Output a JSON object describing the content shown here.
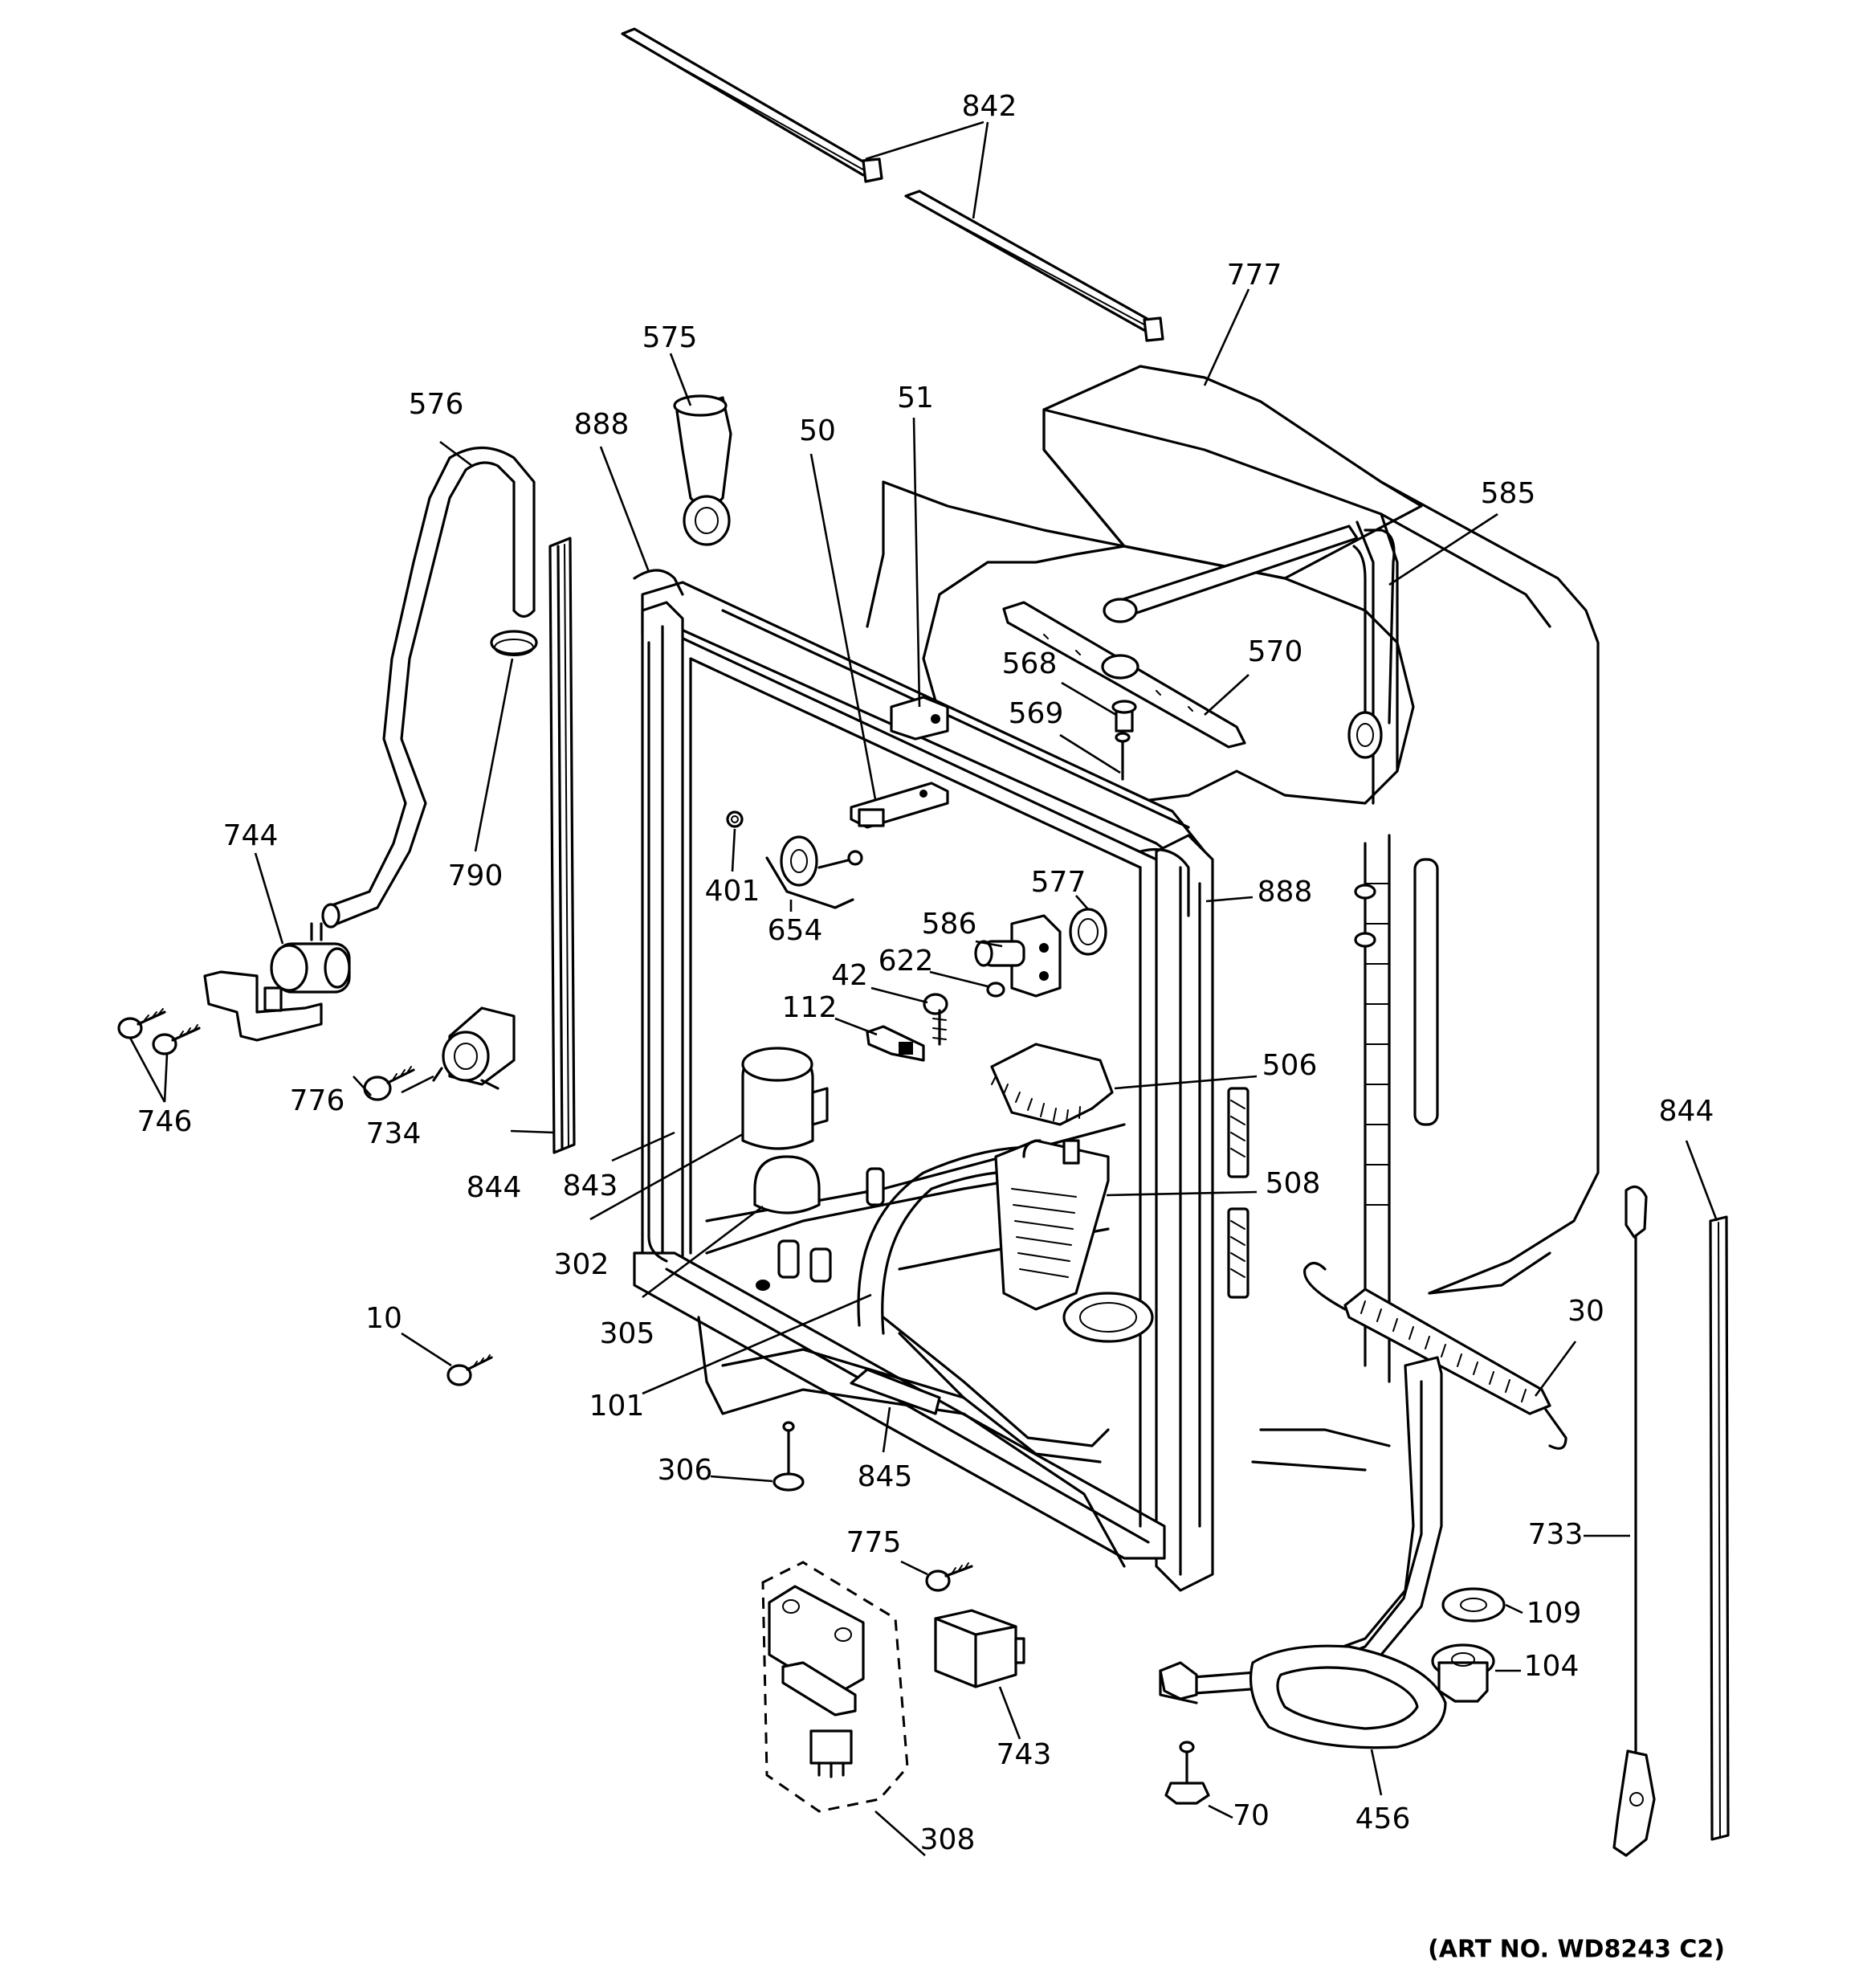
{
  "diagram": {
    "labels": {
      "p842": "842",
      "p777": "777",
      "p575": "575",
      "p576": "576",
      "p888a": "888",
      "p50": "50",
      "p51": "51",
      "p585": "585",
      "p568": "568",
      "p570": "570",
      "p569": "569",
      "p744": "744",
      "p790": "790",
      "p401": "401",
      "p654": "654",
      "p577": "577",
      "p888b": "888",
      "p586": "586",
      "p622": "622",
      "p42": "42",
      "p112": "112",
      "p746": "746",
      "p776": "776",
      "p734": "734",
      "p506": "506",
      "p844a": "844",
      "p843": "843",
      "p508": "508",
      "p844b": "844",
      "p302": "302",
      "p30": "30",
      "p305": "305",
      "p10": "10",
      "p101": "101",
      "p306": "306",
      "p845": "845",
      "p775": "775",
      "p733": "733",
      "p109": "109",
      "p104": "104",
      "p743": "743",
      "p70": "70",
      "p456": "456",
      "p308": "308"
    },
    "art_number": "(ART NO. WD8243 C2)"
  }
}
